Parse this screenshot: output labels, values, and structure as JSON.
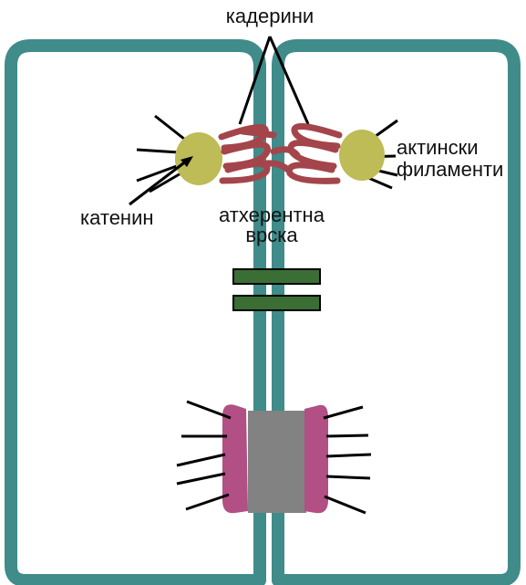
{
  "diagram": {
    "labels": {
      "cadherins": "кадерини",
      "catenin": "катенин",
      "adherens_line1": "атхерентна",
      "adherens_line2": "врска",
      "actin_line1": "актински",
      "actin_line2": "филаменти"
    },
    "colors": {
      "membrane": "#3f8c8a",
      "catenin_plaque": "#bdbc56",
      "cadherin": "#a4454b",
      "tight_junction": "#3a6e35",
      "desmosome_plaque": "#b24f84",
      "desmosome_core": "#828282",
      "filament": "#000000"
    },
    "icons": [
      "catenin-plaque-icon",
      "cadherin-coil-icon",
      "tight-junction-icon",
      "desmosome-icon"
    ]
  }
}
